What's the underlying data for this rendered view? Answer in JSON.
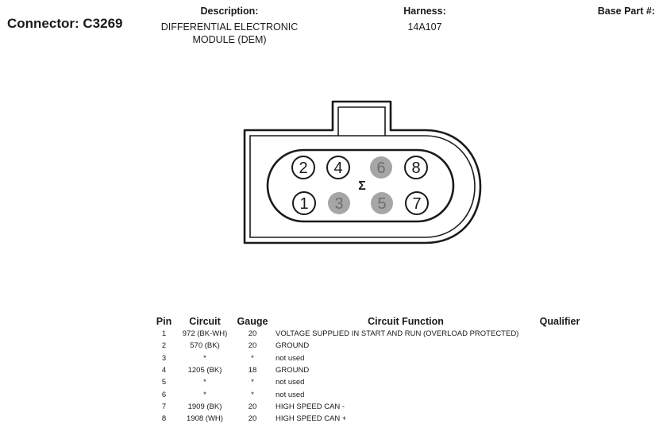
{
  "connector": {
    "title": "Connector: C3269"
  },
  "header": {
    "description_label": "Description:",
    "description_lines": [
      "DIFFERENTIAL ELECTRONIC",
      "MODULE (DEM)"
    ],
    "harness_label": "Harness:",
    "harness_value": "14A107",
    "base_part_label": "Base Part #:"
  },
  "diagram": {
    "center_symbol": "Σ",
    "cavities": [
      {
        "number": "1",
        "used": true
      },
      {
        "number": "2",
        "used": true
      },
      {
        "number": "3",
        "used": false
      },
      {
        "number": "4",
        "used": true
      },
      {
        "number": "5",
        "used": false
      },
      {
        "number": "6",
        "used": false
      },
      {
        "number": "7",
        "used": true
      },
      {
        "number": "8",
        "used": true
      }
    ],
    "colors": {
      "outline": "#1a1a1a",
      "unused_fill": "#a6a6a6",
      "unused_text": "#6e6e6e"
    }
  },
  "table": {
    "headers": {
      "pin": "Pin",
      "circuit": "Circuit",
      "gauge": "Gauge",
      "function": "Circuit Function",
      "qualifier": "Qualifier"
    },
    "rows": [
      {
        "pin": "1",
        "circuit": "972 (BK-WH)",
        "gauge": "20",
        "function": "VOLTAGE SUPPLIED IN START AND RUN (OVERLOAD PROTECTED)",
        "qualifier": ""
      },
      {
        "pin": "2",
        "circuit": "570 (BK)",
        "gauge": "20",
        "function": "GROUND",
        "qualifier": ""
      },
      {
        "pin": "3",
        "circuit": "*",
        "gauge": "*",
        "function": "not used",
        "qualifier": ""
      },
      {
        "pin": "4",
        "circuit": "1205 (BK)",
        "gauge": "18",
        "function": "GROUND",
        "qualifier": ""
      },
      {
        "pin": "5",
        "circuit": "*",
        "gauge": "*",
        "function": "not used",
        "qualifier": ""
      },
      {
        "pin": "6",
        "circuit": "*",
        "gauge": "*",
        "function": "not used",
        "qualifier": ""
      },
      {
        "pin": "7",
        "circuit": "1909 (BK)",
        "gauge": "20",
        "function": "HIGH SPEED CAN -",
        "qualifier": ""
      },
      {
        "pin": "8",
        "circuit": "1908 (WH)",
        "gauge": "20",
        "function": "HIGH SPEED CAN +",
        "qualifier": ""
      }
    ]
  }
}
